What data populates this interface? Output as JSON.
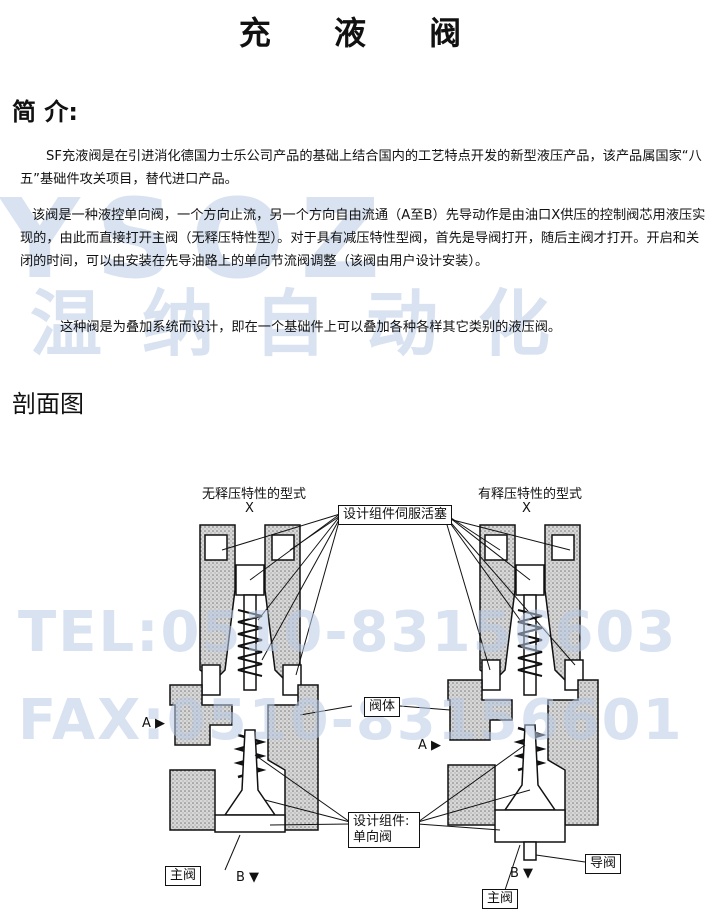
{
  "title": "充 液 阀",
  "intro_heading": "简  介:",
  "paragraphs": [
    "SF充液阀是在引进消化德国力士乐公司产品的基础上结合国内的工艺特点开发的新型液压产品，该产品属国家“八五”基础件攻关项目，替代进口产品。",
    "该阀是一种液控单向阀，一个方向止流，另一个方向自由流通（A至B）先导动作是由油口X供压的控制阀芯用液压实现的，由此而直接打开主阀（无释压特性型）。对于具有减压特性型阀，首先是导阀打开，随后主阀才打开。开启和关闭的时间，可以由安装在先导油路上的单向节流阀调整（该阀由用户设计安装）。",
    "这种阀是为叠加系统而设计，即在一个基础件上可以叠加各种各样其它类别的液压阀。"
  ],
  "section_heading": "剖面图",
  "watermark": {
    "logo": "YSOZ",
    "company": "温纳自动化",
    "tel": "TEL:0510-83156603",
    "fax": "FAX:0510-83156601"
  },
  "diagram": {
    "left_caption": "无释压特性的型式",
    "right_caption": "有释压特性的型式",
    "port_x_left": "X",
    "port_x_right": "X",
    "port_a_left": "A ▶",
    "port_a_right": "A ▶",
    "port_b_left": "B ▼",
    "port_b_right": "B ▼",
    "callout_servo": "设计组件伺服活塞",
    "callout_body": "阀体",
    "callout_check_1": "设计组件:",
    "callout_check_2": "单向阀",
    "callout_main_left": "主阀",
    "callout_main_right": "主阀",
    "callout_pilot": "导阀"
  },
  "colors": {
    "watermark": "#b9cbe5",
    "hatch": "#9a9a9a"
  }
}
